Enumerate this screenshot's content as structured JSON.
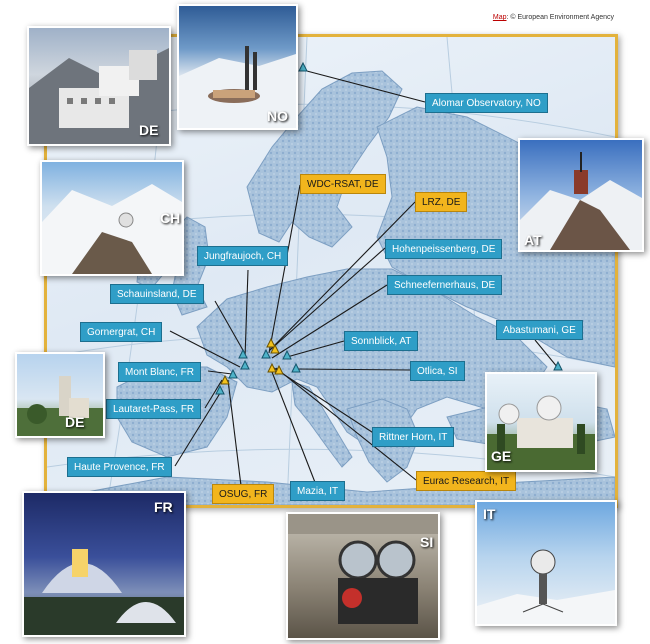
{
  "map_credit": {
    "link": "Map",
    "rest": ": © European Environment Agency"
  },
  "stations": [
    {
      "id": "alomar",
      "name": "Alomar Observatory",
      "country": "NO",
      "type": "observatory"
    },
    {
      "id": "wdc",
      "name": "WDC-RSAT",
      "country": "DE",
      "type": "data-center"
    },
    {
      "id": "lrz",
      "name": "LRZ",
      "country": "DE",
      "type": "data-center"
    },
    {
      "id": "hohen",
      "name": "Hohenpeissenberg",
      "country": "DE",
      "type": "observatory"
    },
    {
      "id": "jungfrau",
      "name": "Jungfraujoch",
      "country": "CH",
      "type": "observatory"
    },
    {
      "id": "schnee",
      "name": "Schneefernerhaus",
      "country": "DE",
      "type": "observatory"
    },
    {
      "id": "schau",
      "name": "Schauinsland",
      "country": "DE",
      "type": "observatory"
    },
    {
      "id": "abast",
      "name": "Abastumani",
      "country": "GE",
      "type": "observatory"
    },
    {
      "id": "gorner",
      "name": "Gornergrat",
      "country": "CH",
      "type": "observatory"
    },
    {
      "id": "sonn",
      "name": "Sonnblick",
      "country": "AT",
      "type": "observatory"
    },
    {
      "id": "blanc",
      "name": "Mont Blanc",
      "country": "FR",
      "type": "observatory"
    },
    {
      "id": "otlica",
      "name": "Otlica",
      "country": "SI",
      "type": "observatory"
    },
    {
      "id": "lautaret",
      "name": "Lautaret-Pass",
      "country": "FR",
      "type": "observatory"
    },
    {
      "id": "rittner",
      "name": "Rittner Horn",
      "country": "IT",
      "type": "observatory"
    },
    {
      "id": "haute",
      "name": "Haute Provence",
      "country": "FR",
      "type": "observatory"
    },
    {
      "id": "eurac",
      "name": "Eurac Research",
      "country": "IT",
      "type": "data-center"
    },
    {
      "id": "osug",
      "name": "OSUG",
      "country": "FR",
      "type": "data-center"
    },
    {
      "id": "mazia",
      "name": "Mazia",
      "country": "IT",
      "type": "observatory"
    }
  ],
  "photos": [
    {
      "id": "p-de-top",
      "country": "DE"
    },
    {
      "id": "p-no",
      "country": "NO"
    },
    {
      "id": "p-ch",
      "country": "CH"
    },
    {
      "id": "p-at",
      "country": "AT"
    },
    {
      "id": "p-de-left",
      "country": "DE"
    },
    {
      "id": "p-ge",
      "country": "GE"
    },
    {
      "id": "p-fr",
      "country": "FR"
    },
    {
      "id": "p-si",
      "country": "SI"
    },
    {
      "id": "p-it",
      "country": "IT"
    }
  ],
  "colors": {
    "observatory": "#2f9ec7",
    "data_center": "#f2b51d",
    "frame": "#e3b23c",
    "marker_observatory": "#4fb3c9",
    "marker_data_center": "#f2c21d"
  }
}
